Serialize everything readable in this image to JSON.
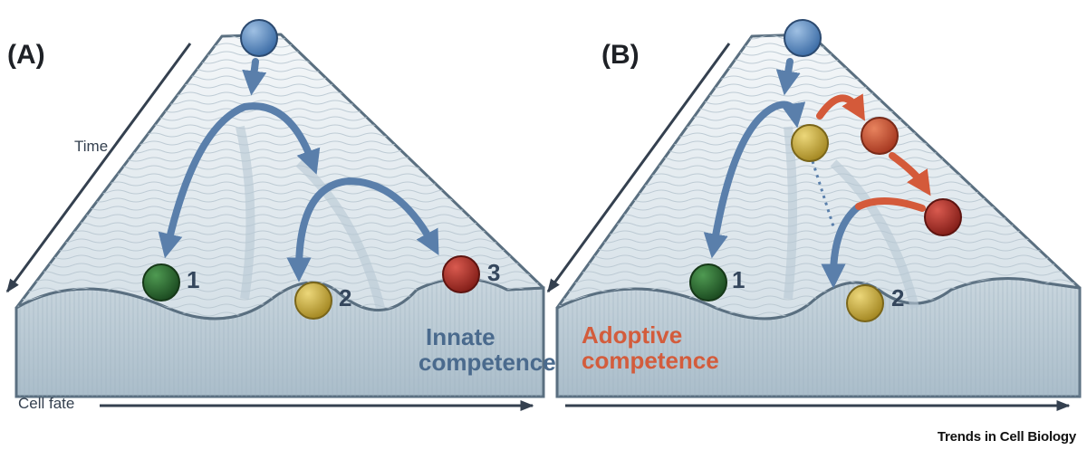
{
  "panel_a": {
    "label": "(A)",
    "time_label": "Time",
    "cell_fate_label": "Cell fate",
    "fates": [
      "1",
      "2",
      "3"
    ],
    "competence": [
      "Innate",
      "competence"
    ]
  },
  "panel_b": {
    "label": "(B)",
    "fates": [
      "1",
      "2"
    ],
    "competence": [
      "Adoptive",
      "competence"
    ]
  },
  "credit": "Trends in Cell Biology",
  "colors": {
    "stem_cell": "#5b8cc4",
    "fate_green": "#2e6b32",
    "fate_yellow": "#c9ad3e",
    "fate_red": "#b03028",
    "innate_arrow": "#5a7fab",
    "adoptive_arrow": "#d45a3a",
    "landscape_fill": "#dce5ea",
    "landscape_edge": "#5a6f80"
  }
}
